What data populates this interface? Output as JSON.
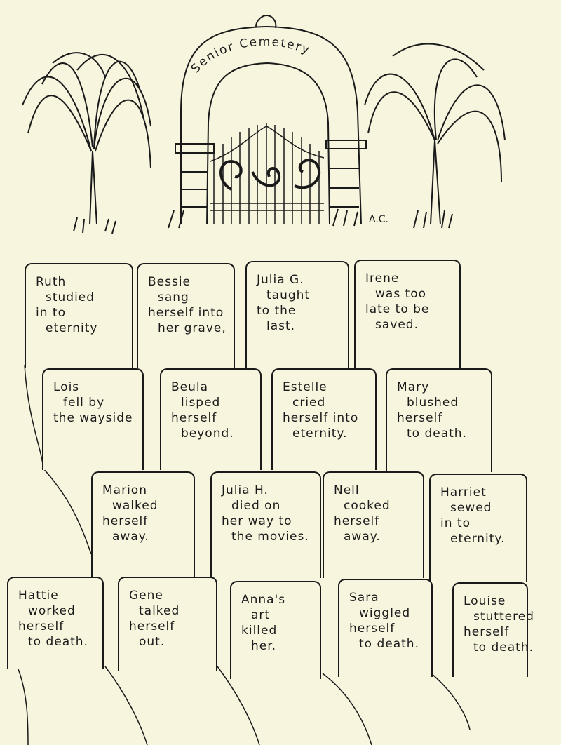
{
  "gate": {
    "title": "Senior Cemetery",
    "signature": "A.C."
  },
  "stones": [
    {
      "lines": [
        "Ruth",
        "studied",
        "in to",
        "eternity"
      ]
    },
    {
      "lines": [
        "Bessie",
        "sang",
        "herself into",
        "her grave,"
      ]
    },
    {
      "lines": [
        "Julia G.",
        "taught",
        "to the",
        "last."
      ]
    },
    {
      "lines": [
        "Irene",
        "was too",
        "late to be",
        "saved."
      ]
    },
    {
      "lines": [
        "Lois",
        "fell by",
        "the wayside"
      ]
    },
    {
      "lines": [
        "Beula",
        "lisped",
        "herself",
        "beyond."
      ]
    },
    {
      "lines": [
        "Estelle",
        "cried",
        "herself into",
        "eternity."
      ]
    },
    {
      "lines": [
        "Mary",
        "blushed",
        "herself",
        "to death."
      ]
    },
    {
      "lines": [
        "Marion",
        "walked",
        "herself",
        "away."
      ]
    },
    {
      "lines": [
        "Julia H.",
        "died on",
        "her way to",
        "the movies."
      ]
    },
    {
      "lines": [
        "Nell",
        "cooked",
        "herself",
        "away."
      ]
    },
    {
      "lines": [
        "Harriet",
        "sewed",
        "in to",
        "eternity."
      ]
    },
    {
      "lines": [
        "Hattie",
        "worked",
        "herself",
        "to death."
      ]
    },
    {
      "lines": [
        "Gene",
        "talked",
        "herself",
        "out."
      ]
    },
    {
      "lines": [
        "Anna's",
        "art",
        "killed",
        "her."
      ]
    },
    {
      "lines": [
        "Sara",
        "wiggled",
        "herself",
        "to death."
      ]
    },
    {
      "lines": [
        "Louise",
        "stuttered",
        "herself",
        "to death."
      ]
    }
  ]
}
